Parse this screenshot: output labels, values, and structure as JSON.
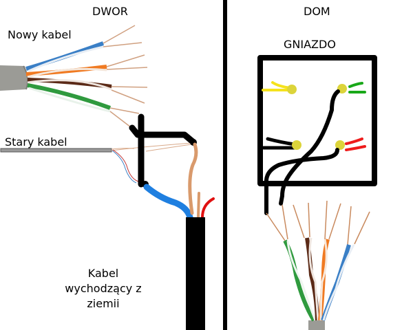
{
  "sections": {
    "outdoor": {
      "title": "DWOR"
    },
    "indoor": {
      "title": "DOM"
    }
  },
  "labels": {
    "new_cable": "Nowy kabel",
    "old_cable": "Stary kabel",
    "ground_cable_line1": "Kabel",
    "ground_cable_line2": "wychodzący z",
    "ground_cable_line3": "ziemii",
    "socket": "GNIAZDO"
  },
  "colors": {
    "divider": "#000000",
    "jacket_gray": "#9a9a96",
    "blue": "#3a7fc6",
    "orange": "#f07a22",
    "brown": "#5b2a17",
    "green": "#2f9a3e",
    "copper": "#c98a5e",
    "marker_blue": "#1f7fe0",
    "marker_red": "#e01010",
    "marker_tan": "#d99a6c",
    "terminal_yellow": "#dcd43a",
    "wire_yellow": "#f5e21c",
    "wire_green": "#19a819",
    "wire_red": "#ee1c1c"
  },
  "socket_terminals": [
    {
      "position": "top-left",
      "wire_color": "yellow"
    },
    {
      "position": "top-right",
      "wire_color": "green"
    },
    {
      "position": "bottom-left",
      "wire_color": "black"
    },
    {
      "position": "bottom-right",
      "wire_color": "red"
    }
  ]
}
